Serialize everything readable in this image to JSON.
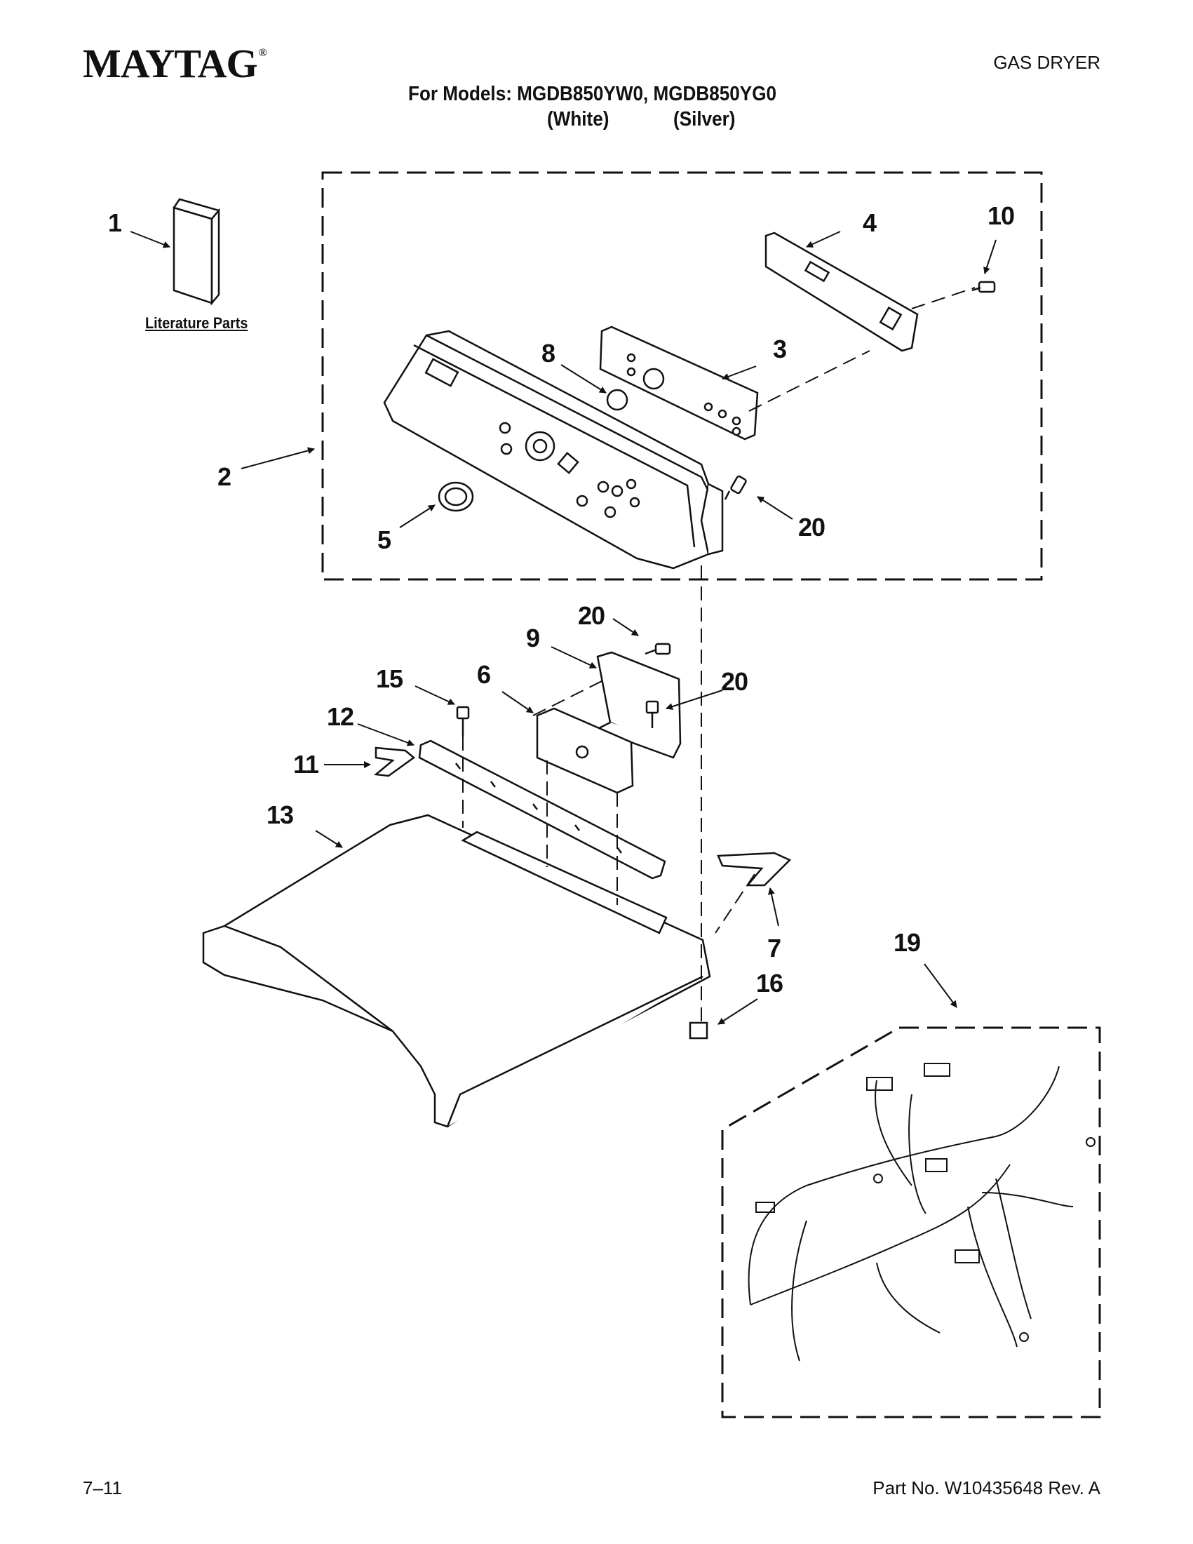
{
  "header": {
    "brand": "MAYTAG",
    "brand_mark": "®",
    "doc_type": "GAS DRYER",
    "models_line": "For Models: MGDB850YW0, MGDB850YG0",
    "color_white": "(White)",
    "color_silver": "(Silver)"
  },
  "diagram": {
    "literature_label": "Literature Parts",
    "callouts": [
      {
        "id": "c1",
        "text": "1"
      },
      {
        "id": "c2",
        "text": "2"
      },
      {
        "id": "c3",
        "text": "3"
      },
      {
        "id": "c4",
        "text": "4"
      },
      {
        "id": "c5",
        "text": "5"
      },
      {
        "id": "c6",
        "text": "6"
      },
      {
        "id": "c7",
        "text": "7"
      },
      {
        "id": "c8",
        "text": "8"
      },
      {
        "id": "c9",
        "text": "9"
      },
      {
        "id": "c10",
        "text": "10"
      },
      {
        "id": "c11",
        "text": "11"
      },
      {
        "id": "c12",
        "text": "12"
      },
      {
        "id": "c13",
        "text": "13"
      },
      {
        "id": "c15",
        "text": "15"
      },
      {
        "id": "c16",
        "text": "16"
      },
      {
        "id": "c19",
        "text": "19"
      },
      {
        "id": "c20a",
        "text": "20"
      },
      {
        "id": "c20b",
        "text": "20"
      },
      {
        "id": "c20c",
        "text": "20"
      }
    ]
  },
  "footer": {
    "page": "7–11",
    "part_no": "Part No. W10435648 Rev. A"
  }
}
